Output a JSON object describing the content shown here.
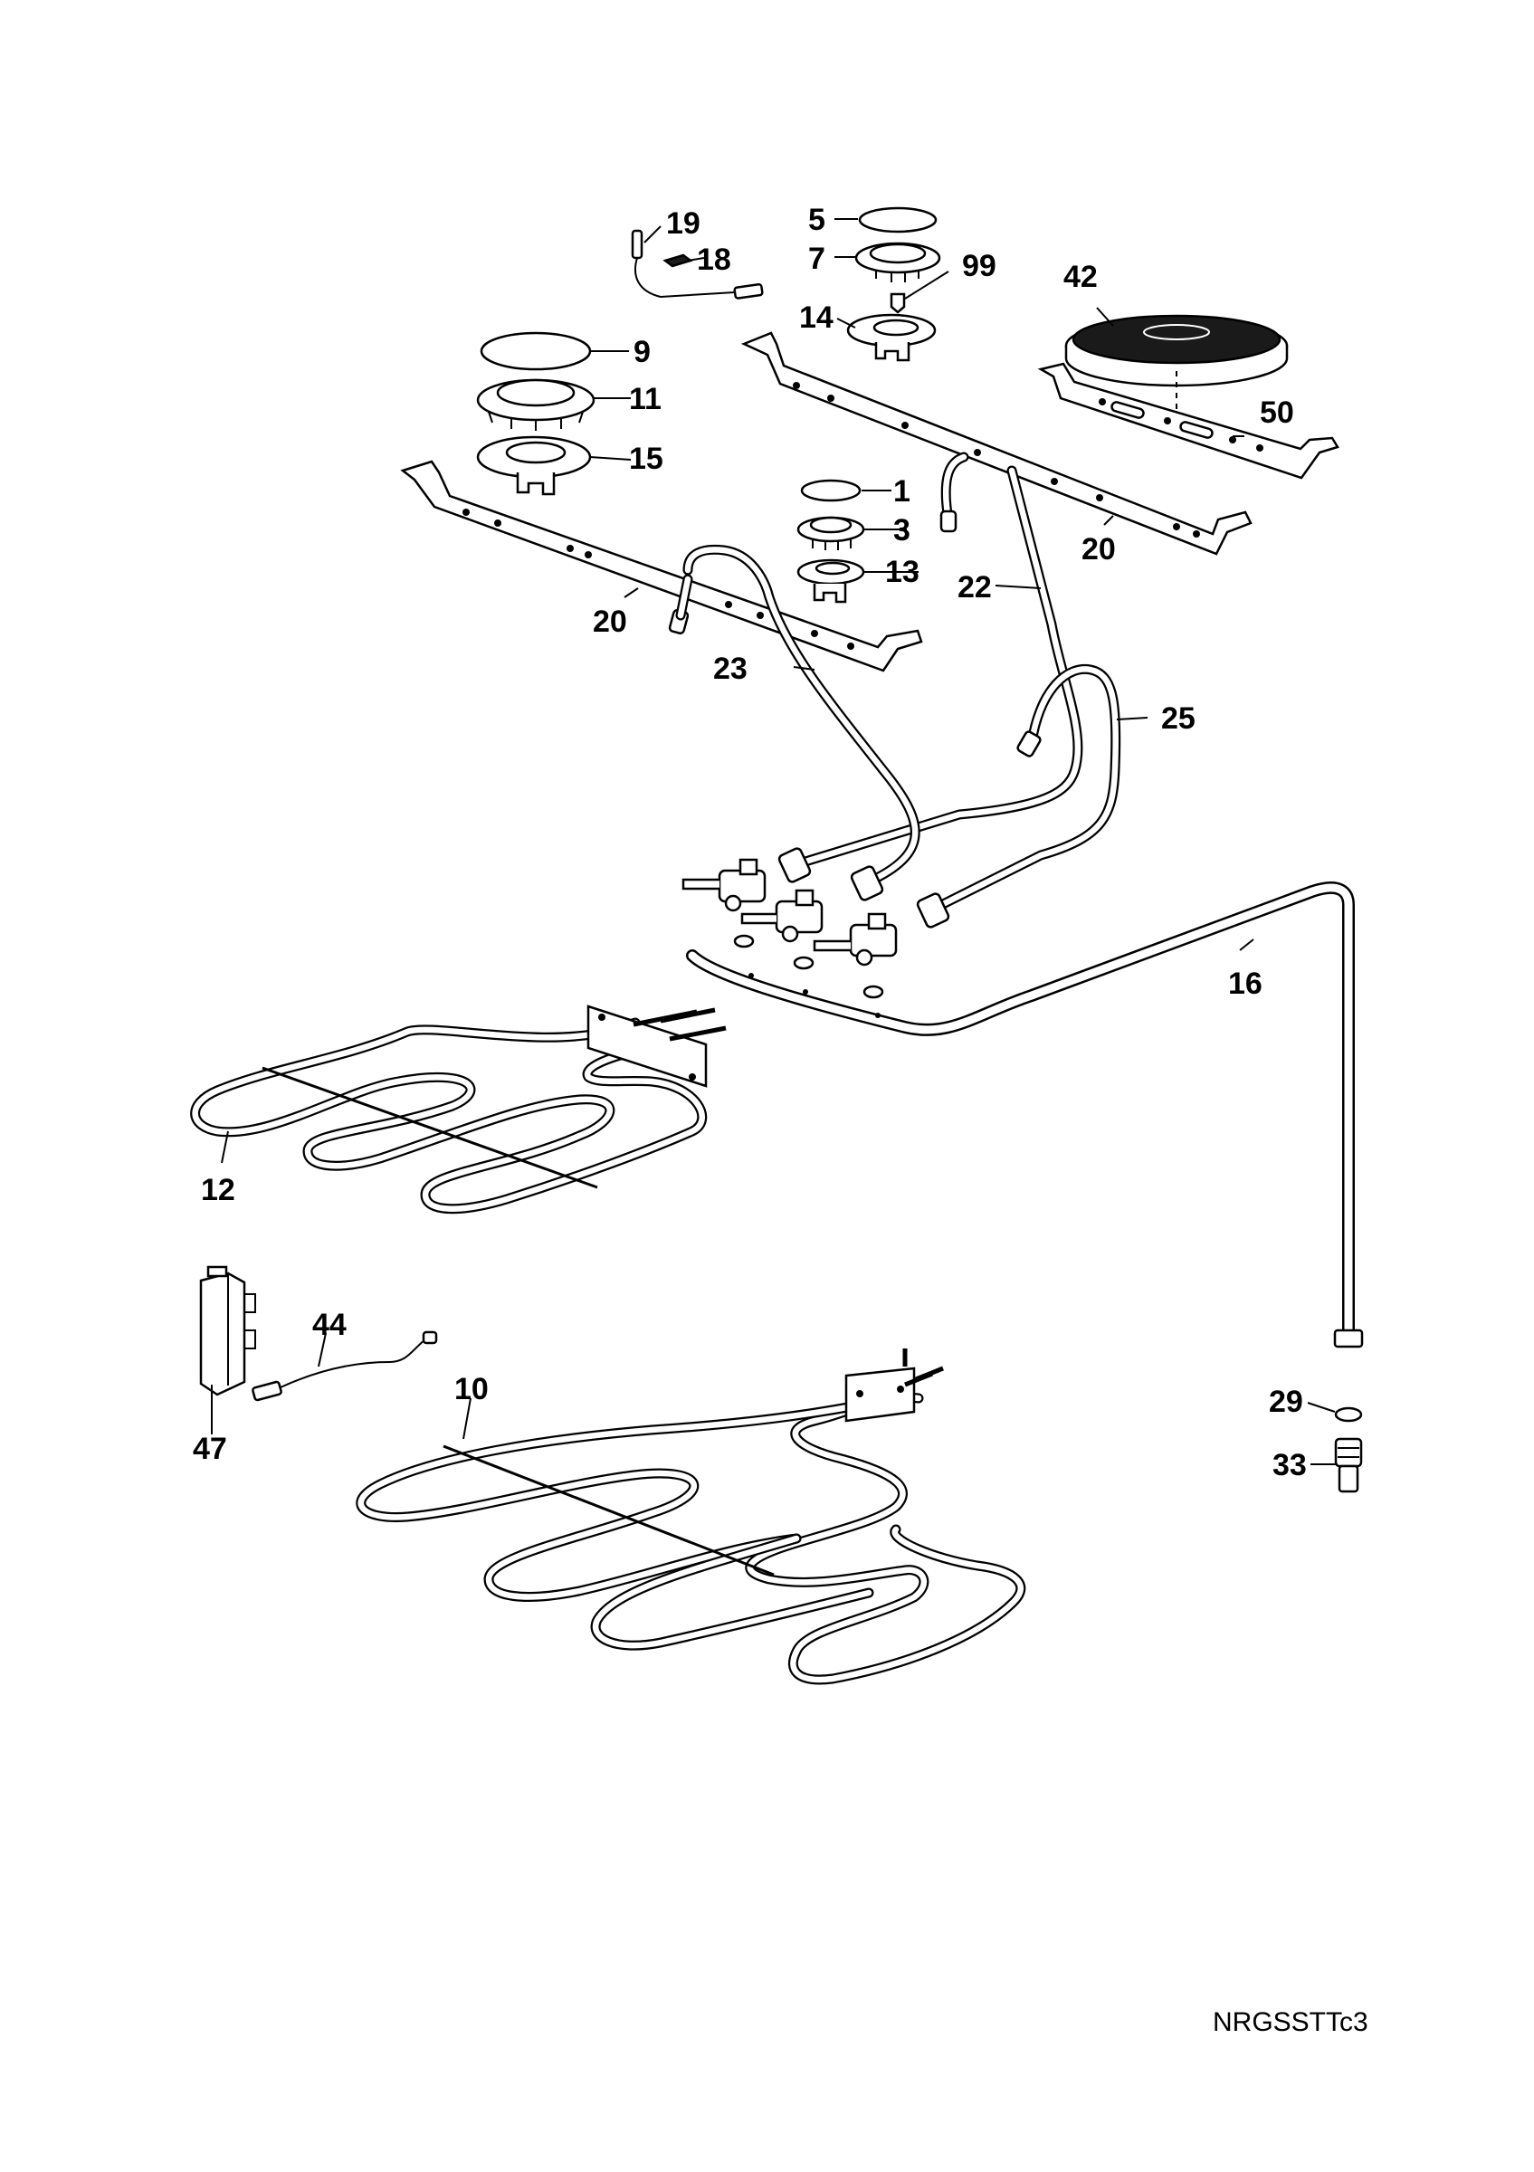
{
  "diagram": {
    "labels": {
      "p1": "1",
      "p3": "3",
      "p5": "5",
      "p7": "7",
      "p9": "9",
      "p10": "10",
      "p11": "11",
      "p12": "12",
      "p13": "13",
      "p14": "14",
      "p15": "15",
      "p16": "16",
      "p18": "18",
      "p19": "19",
      "p20a": "20",
      "p20b": "20",
      "p22": "22",
      "p23": "23",
      "p25": "25",
      "p29": "29",
      "p33": "33",
      "p42": "42",
      "p44": "44",
      "p47": "47",
      "p50": "50",
      "p99": "99"
    },
    "drawing_code": "NRGSSTTc3"
  }
}
